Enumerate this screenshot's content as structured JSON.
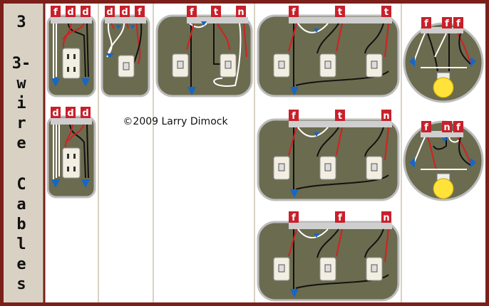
{
  "sidebar": {
    "number": "3",
    "lines": [
      "3-",
      "w",
      "i",
      "r",
      "e",
      "C",
      "a",
      "b",
      "l",
      "e",
      "s"
    ]
  },
  "credit": "©2009 Larry Dimock",
  "colors": {
    "border": "#7a1f1a",
    "panel": "#ffffff",
    "sidebar": "#d9d2c4",
    "box": "#6b6b4f",
    "box_ring": "#bcbcbc",
    "tag": "#c8202b",
    "wire_red": "#d51f1f",
    "wire_black": "#111111",
    "wire_white": "#ffffff",
    "nut": "#1567c8",
    "bulb": "#ffe23a",
    "switch": "#f2efe2"
  },
  "terminals": {
    "box1": [
      "f",
      "d",
      "d"
    ],
    "box2": [
      "d",
      "d",
      "f"
    ],
    "box3": [
      "f",
      "t",
      "n"
    ],
    "box4": [
      "f",
      "t",
      "t"
    ],
    "box5": [
      "f",
      "f",
      "f"
    ],
    "box6": [
      "d",
      "d",
      "d"
    ],
    "box7": [
      "f",
      "t",
      "n"
    ],
    "box8": [
      "f",
      "n",
      "f"
    ],
    "box9": [
      "f",
      "f",
      "n"
    ]
  }
}
